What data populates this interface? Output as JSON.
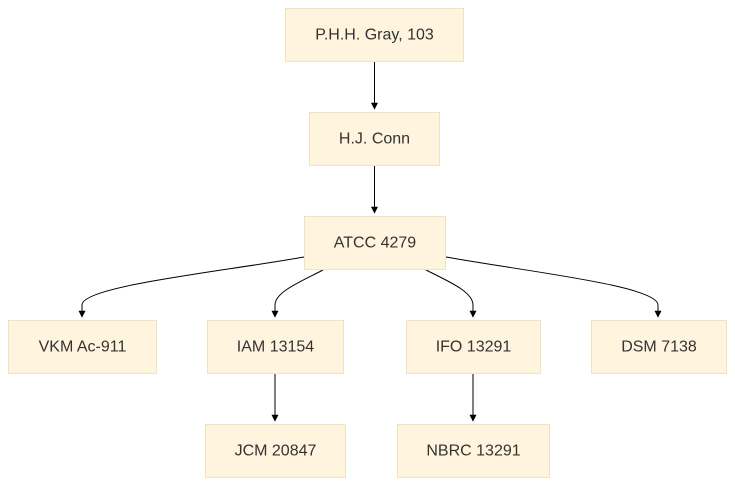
{
  "diagram": {
    "nodes": [
      {
        "id": "gray",
        "label": "P.H.H. Gray, 103"
      },
      {
        "id": "conn",
        "label": "H.J. Conn"
      },
      {
        "id": "atcc",
        "label": "ATCC 4279"
      },
      {
        "id": "vkm",
        "label": "VKM Ac-911"
      },
      {
        "id": "iam",
        "label": "IAM 13154"
      },
      {
        "id": "ifo",
        "label": "IFO 13291"
      },
      {
        "id": "dsm",
        "label": "DSM 7138"
      },
      {
        "id": "jcm",
        "label": "JCM 20847"
      },
      {
        "id": "nbrc",
        "label": "NBRC 13291"
      }
    ],
    "edges": [
      {
        "from": "gray",
        "to": "conn"
      },
      {
        "from": "conn",
        "to": "atcc"
      },
      {
        "from": "atcc",
        "to": "vkm"
      },
      {
        "from": "atcc",
        "to": "iam"
      },
      {
        "from": "atcc",
        "to": "ifo"
      },
      {
        "from": "atcc",
        "to": "dsm"
      },
      {
        "from": "iam",
        "to": "jcm"
      },
      {
        "from": "ifo",
        "to": "nbrc"
      }
    ]
  }
}
